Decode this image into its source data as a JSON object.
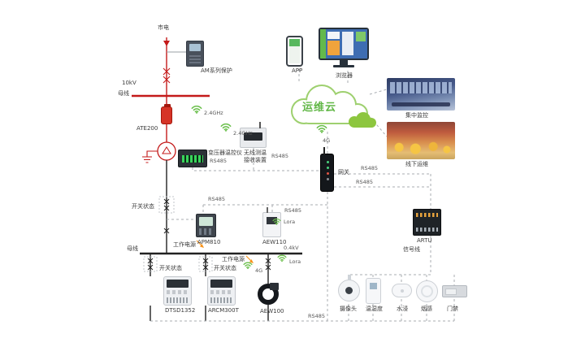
{
  "power": {
    "mains": "市电",
    "hv_voltage": "10kV",
    "busbar_top": "母线",
    "busbar_bottom": "母线",
    "lv_voltage": "0.4kV",
    "working_power": "工作电源",
    "switch_status": "开关状态"
  },
  "devices": {
    "relay": "AM系列保护",
    "ate200": "ATE200",
    "transformer_controller": "变压器温控仪",
    "wireless_receiver_line1": "无线测温",
    "wireless_receiver_line2": "接收装置",
    "apm810": "APM810",
    "aew110": "AEW110",
    "gateway": "网关",
    "artu": "ARTU",
    "dtsd1352": "DTSD1352",
    "arcm300t": "ARCM300T",
    "aew100": "AEW100"
  },
  "comms": {
    "rs485": "RS485",
    "lora": "Lora",
    "g4": "4G",
    "ghz24": "2.4GHz",
    "signal_line": "信号线"
  },
  "cloud": {
    "label": "运维云"
  },
  "clients": {
    "app": "APP",
    "browser": "浏览器"
  },
  "scenes": {
    "central": "集中监控",
    "offline": "线下运维"
  },
  "sensors": {
    "camera": "摄像头",
    "temp_humidity": "温湿度",
    "water": "水浸",
    "smoke": "烟感",
    "door": "门禁"
  }
}
